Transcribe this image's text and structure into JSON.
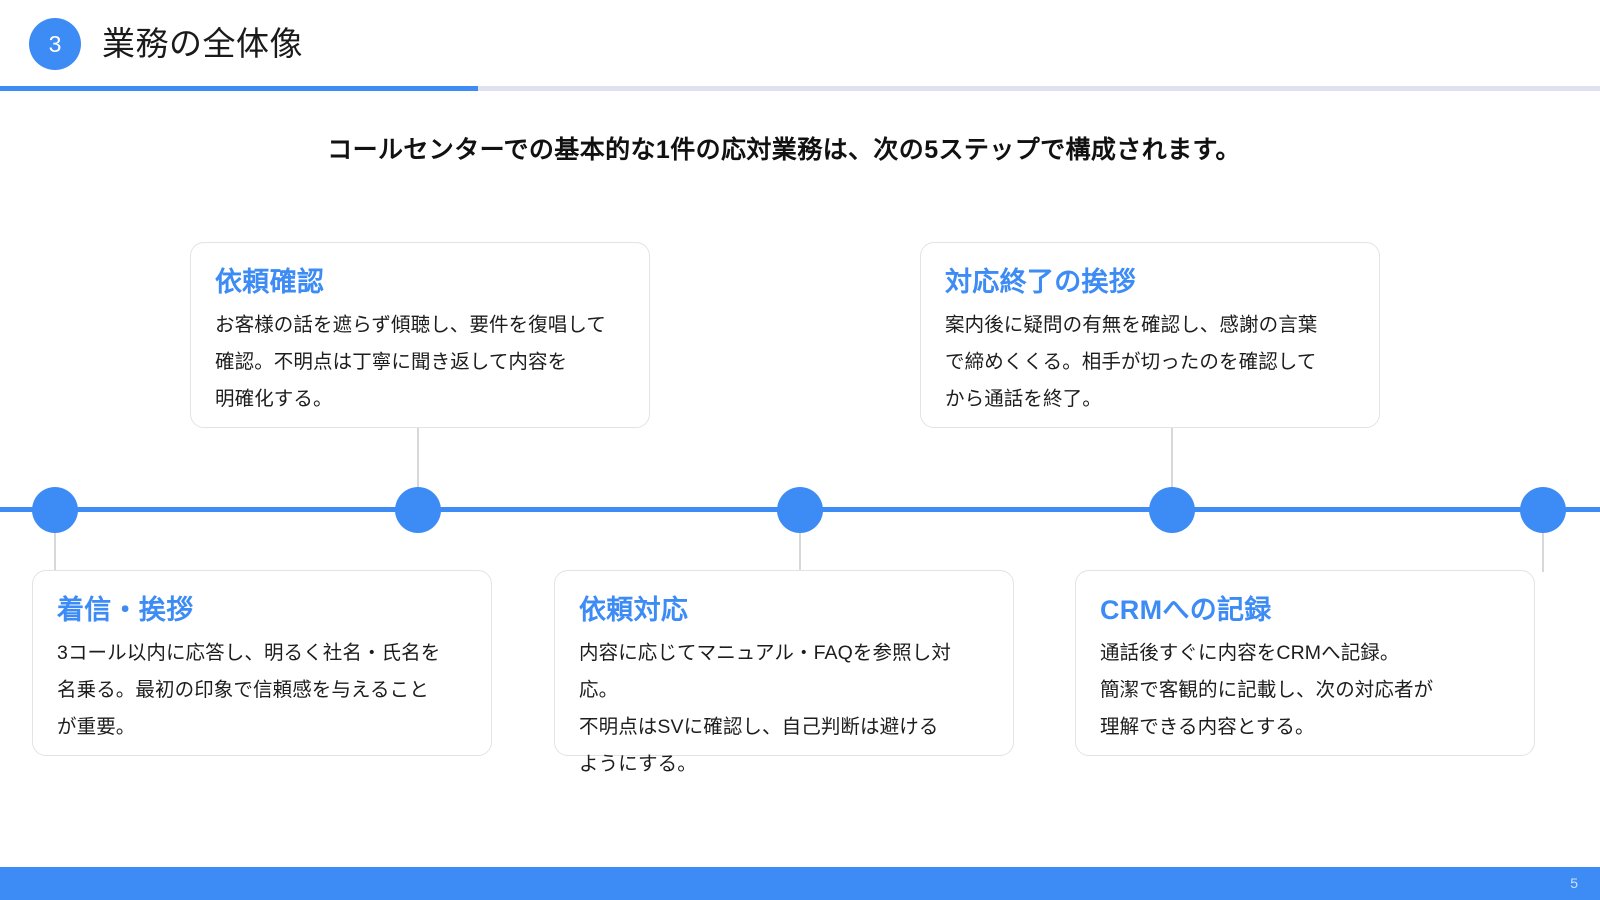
{
  "header": {
    "step_number": "3",
    "title": "業務の全体像",
    "accent_color": "#3d8bf5",
    "rule_color": "#dfe2ee"
  },
  "subtitle": "コールセンターでの基本的な1件の応対業務は、次の5ステップで構成されます。",
  "timeline": {
    "axis_color": "#3d8bf5",
    "node_color": "#3d8bf5",
    "stem_color": "#d8d8d8",
    "node_count": 5
  },
  "cards": [
    {
      "position": "bottom",
      "title": "着信・挨拶",
      "body": "3コール以内に応答し、明るく社名・氏名を\n名乗る。最初の印象で信頼感を与えること\nが重要。"
    },
    {
      "position": "top",
      "title": "依頼確認",
      "body": "お客様の話を遮らず傾聴し、要件を復唱して\n確認。不明点は丁寧に聞き返して内容を\n明確化する。"
    },
    {
      "position": "bottom",
      "title": "依頼対応",
      "body": "内容に応じてマニュアル・FAQを参照し対応。\n不明点はSVに確認し、自己判断は避ける\nようにする。"
    },
    {
      "position": "top",
      "title": "対応終了の挨拶",
      "body": "案内後に疑問の有無を確認し、感謝の言葉\nで締めくくる。相手が切ったのを確認して\nから通話を終了。"
    },
    {
      "position": "bottom",
      "title": "CRMへの記録",
      "body": "通話後すぐに内容をCRMへ記録。\n簡潔で客観的に記載し、次の対応者が\n理解できる内容とする。"
    }
  ],
  "footer": {
    "page_number": "5",
    "bar_color": "#3d8bf5"
  }
}
